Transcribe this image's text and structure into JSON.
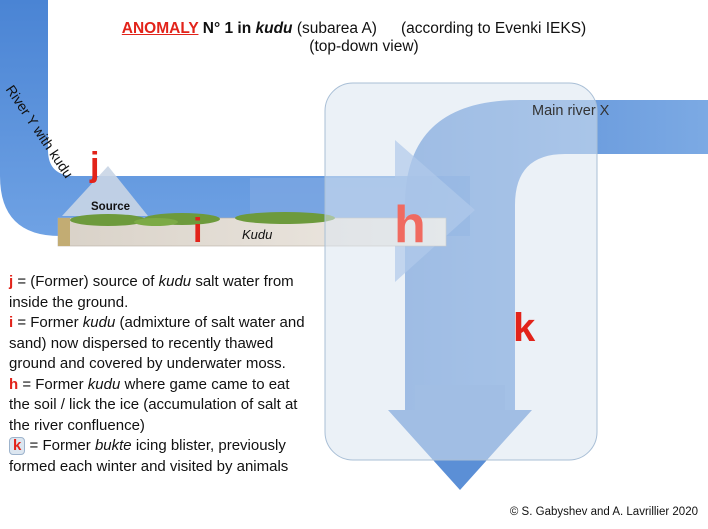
{
  "title": {
    "anomaly_word": "ANOMALY",
    "number": "N° 1 in",
    "kudu": "kudu",
    "subarea": "(subarea A)",
    "source": "(according to Evenki IEKS)",
    "view": "(top-down view)"
  },
  "labels": {
    "river_y": "River Y with kudu",
    "main_river": "Main river X",
    "source": "Source",
    "kudu": "Kudu"
  },
  "letters": {
    "j": "j",
    "i": "i",
    "h": "h",
    "k": "k"
  },
  "legend": {
    "j": {
      "key": "j",
      "pre": " = (Former) source of ",
      "em": "kudu",
      "post": " salt water from inside the ground."
    },
    "i": {
      "key": "i",
      "pre": " = Former ",
      "em": "kudu",
      "post": " (admixture of salt water and sand) now dispersed to recently thawed ground and covered by underwater moss."
    },
    "h": {
      "key": "h",
      "pre": " = Former ",
      "em": "kudu",
      "post": " where game came to eat the soil / lick the ice (accumulation of salt at the river confluence)"
    },
    "k": {
      "key": "k",
      "pre": " = Former ",
      "em": "bukte",
      "post": " icing blister, previously formed each winter and visited by animals"
    }
  },
  "credit": "© S. Gabyshev and A. Lavrillier 2020",
  "colors": {
    "river_blue": "#5b8fd6",
    "accent_red": "#e2231a",
    "moss_green": "#6d9a3c",
    "sand": "#c8b27a"
  }
}
